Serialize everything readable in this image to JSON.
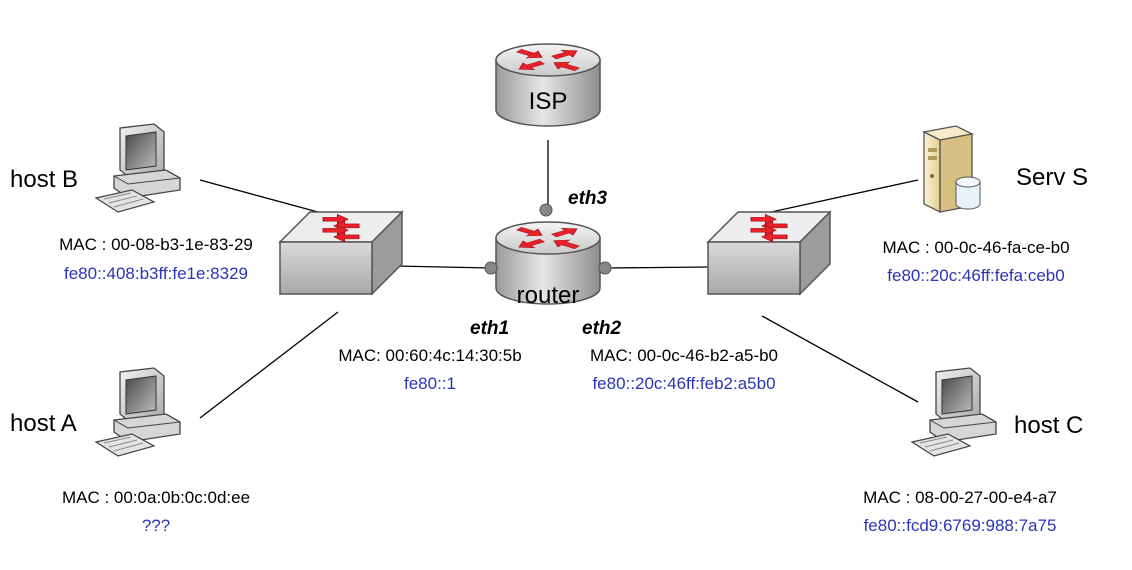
{
  "colors": {
    "ipv6_text": "#2b35b8",
    "arrow_red": "#e8202a",
    "router_gray": "#cfcfcf",
    "server_beige": "#f3e3b5"
  },
  "nodes": {
    "isp": {
      "label": "ISP",
      "icon": "router-icon"
    },
    "router": {
      "label": "router",
      "icon": "router-icon"
    },
    "switch_left": {
      "icon": "switch-icon"
    },
    "switch_right": {
      "icon": "switch-icon"
    },
    "host_b": {
      "label": "host B",
      "icon": "desktop-computer-icon",
      "mac": "MAC : 00-08-b3-1e-83-29",
      "ipv6": "fe80::408:b3ff:fe1e:8329"
    },
    "host_a": {
      "label": "host A",
      "icon": "desktop-computer-icon",
      "mac": "MAC : 00:0a:0b:0c:0d:ee",
      "ipv6": "???"
    },
    "serv_s": {
      "label": "Serv S",
      "icon": "server-tower-icon",
      "mac": "MAC : 00-0c-46-fa-ce-b0",
      "ipv6": "fe80::20c:46ff:fefa:ceb0"
    },
    "host_c": {
      "label": "host C",
      "icon": "desktop-computer-icon",
      "mac": "MAC : 08-00-27-00-e4-a7",
      "ipv6": "fe80::fcd9:6769:988:7a75"
    }
  },
  "interfaces": {
    "eth1": {
      "name": "eth1",
      "mac": "MAC: 00:60:4c:14:30:5b",
      "ipv6": "fe80::1"
    },
    "eth2": {
      "name": "eth2",
      "mac": "MAC: 00-0c-46-b2-a5-b0",
      "ipv6": "fe80::20c:46ff:feb2:a5b0"
    },
    "eth3": {
      "name": "eth3"
    }
  },
  "links": [
    [
      "isp",
      "router"
    ],
    [
      "router",
      "switch_left"
    ],
    [
      "router",
      "switch_right"
    ],
    [
      "switch_left",
      "host_b"
    ],
    [
      "switch_left",
      "host_a"
    ],
    [
      "switch_right",
      "serv_s"
    ],
    [
      "switch_right",
      "host_c"
    ]
  ]
}
